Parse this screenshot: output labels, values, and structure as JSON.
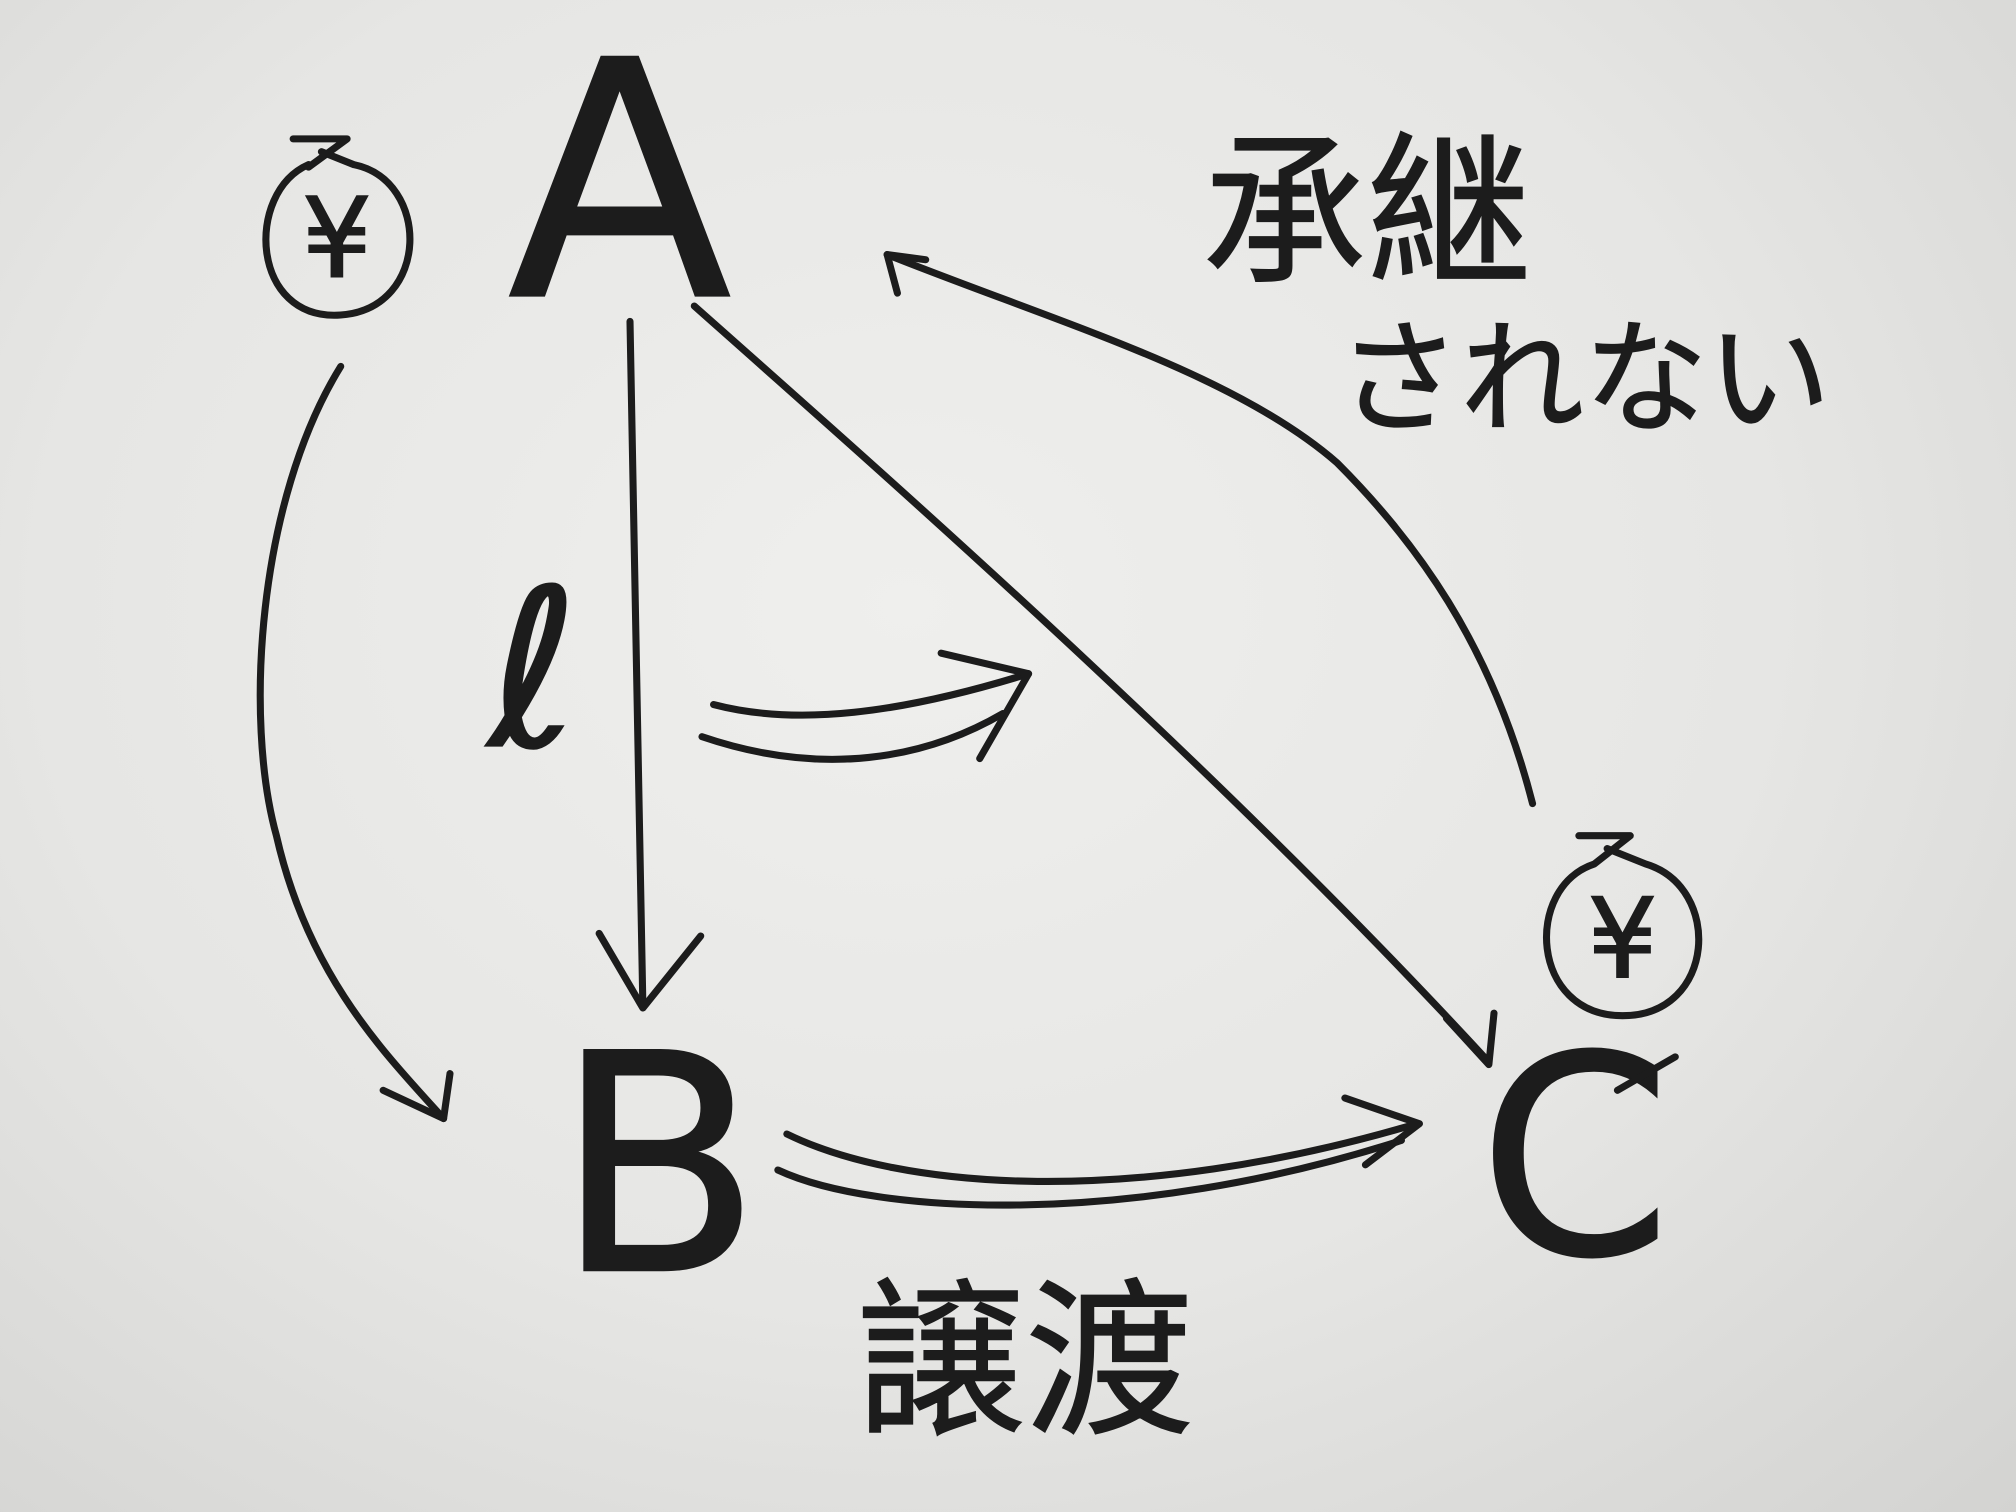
{
  "nodes": {
    "a": "A",
    "b": "B",
    "c": "C"
  },
  "ell_label": "ℓ",
  "money_bag_symbol": "¥",
  "labels": {
    "not_inherited_line1": "承継",
    "not_inherited_line2": "されない",
    "transfer": "譲渡"
  },
  "colors": {
    "ink": "#1c1c1c",
    "paper": "#e6e6e4"
  }
}
